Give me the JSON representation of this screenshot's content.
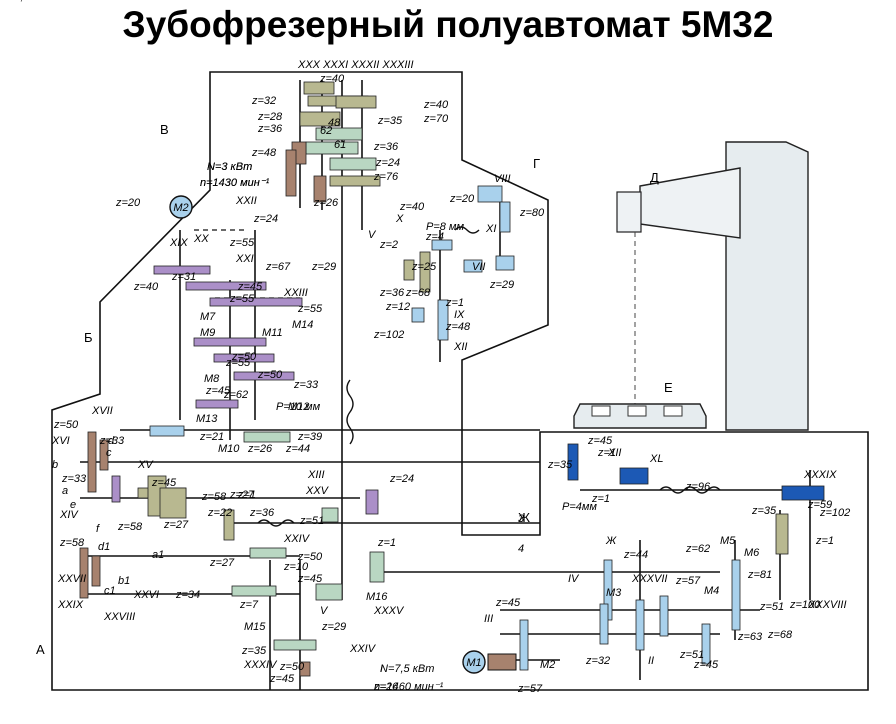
{
  "title": "Зубофрезерный полуавтомат 5М32",
  "colors": {
    "frame": "#111111",
    "gear": "#b9d7c2",
    "gear_dark": "#8fae98",
    "olive": "#b8b890",
    "brown": "#a7826e",
    "blue": "#1c59b5",
    "light_blue": "#a9d1ec",
    "purple": "#ab8fc8",
    "machine_bg": "#e6ecef"
  },
  "region_labels": [
    "В",
    "Г",
    "Д",
    "Б",
    "Е",
    "Ж",
    "А"
  ],
  "motors": [
    {
      "id": "M2",
      "label": "М2"
    },
    {
      "id": "M1",
      "label": "М1"
    }
  ],
  "power_notes": {
    "upper_power": "N=3 кВт",
    "upper_speed": "n=1430 мин⁻¹",
    "lower_power": "N=7,5 кВт",
    "lower_speed": "n=1460 мин⁻¹"
  },
  "labels": [
    "XXX  XXXI XXXII XXXIII",
    "z=40",
    "z=32",
    "z=28",
    "z=36",
    "z=40",
    "z=35",
    "z=70",
    "48",
    "62",
    "z=48",
    "61",
    "z=36",
    "z=24",
    "z=76",
    "N=3 кВт",
    "n=1430 мин⁻¹",
    "z=20",
    "XXII",
    "z=24",
    "z=26",
    "XIX",
    "XX",
    "z=55",
    "XXI",
    "z=67",
    "z=40",
    "z=20",
    "VIII",
    "z=80",
    "X",
    "z=40",
    "P=8 мм",
    "z=4",
    "XI",
    "V",
    "z=2",
    "z=29",
    "z=25",
    "VII",
    "z=29",
    "z=36",
    "z=68",
    "z=12",
    "z=1",
    "IX",
    "z=48",
    "z=102",
    "XII",
    "z=31",
    "z=45",
    "XXIII",
    "z=55",
    "z=55",
    "M7",
    "M9",
    "M11",
    "M14",
    "z=50",
    "z=50",
    "z=55",
    "M8",
    "z=45",
    "z=62",
    "z=33",
    "P=10 мм",
    "M12",
    "M13",
    "z=21",
    "M10",
    "z=26",
    "z=44",
    "z=39",
    "z=50",
    "XVII",
    "d",
    "z=33",
    "c",
    "XVI",
    "b",
    "XV",
    "z=33",
    "a",
    "XIV",
    "e",
    "f",
    "z=58",
    "z=45",
    "z=58",
    "z=27",
    "z=1",
    "XIII",
    "XXV",
    "z=24",
    "z=27",
    "z=58",
    "d1",
    "XXVII",
    "c1",
    "b1",
    "XXVI",
    "XXIX",
    "XXVIII",
    "a1",
    "z=27",
    "z=36",
    "XXIV",
    "z=50",
    "z=10",
    "z=45",
    "z=34",
    "z=22",
    "z=51",
    "z=1",
    "z=7",
    "V",
    "M15",
    "M16",
    "XXXV",
    "z=29",
    "z=35",
    "XXIV",
    "XXXIV",
    "z=45",
    "z=50",
    "z=45",
    "z=1",
    "z=35",
    "XII",
    "XL",
    "z=96",
    "z=1",
    "P=4мм",
    "XXXIX",
    "z=35",
    "z=59",
    "z=102",
    "z=1",
    "z=100",
    "XXXVIII",
    "3",
    "4",
    "Ж",
    "z=44",
    "z=62",
    "M5",
    "M6",
    "z=81",
    "XXXVII",
    "IV",
    "z=57",
    "M3",
    "M4",
    "z=51",
    "z=45",
    "III",
    "z=68",
    "z=63",
    "z=32",
    "II",
    "z=51",
    "z=45",
    "M2",
    "z=57",
    "I",
    "z=26",
    "N=7,5 кВт",
    "n=1460 мин⁻¹"
  ]
}
